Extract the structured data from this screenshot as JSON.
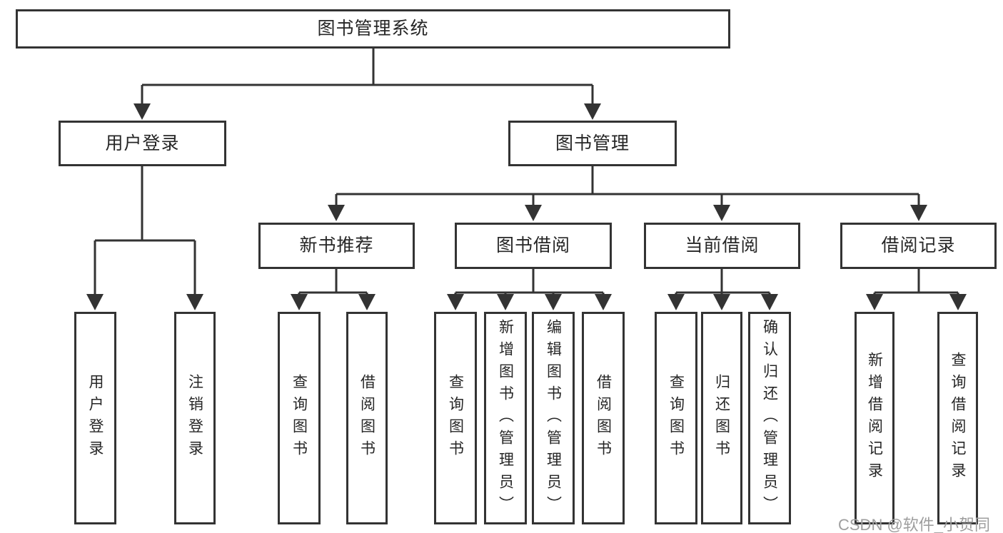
{
  "diagram": {
    "background": "#ffffff",
    "line_color": "#333333",
    "text_color": "#262626",
    "watermark": {
      "text": "CSDN @软件_小贺同学",
      "color": "#9e9e9e"
    },
    "tree": {
      "label": "图书管理系统",
      "children": [
        {
          "label": "用户登录",
          "children": [
            {
              "label": "用户登录"
            },
            {
              "label": "注销登录"
            }
          ]
        },
        {
          "label": "图书管理",
          "children": [
            {
              "label": "新书推荐",
              "children": [
                {
                  "label": "查询图书"
                },
                {
                  "label": "借阅图书"
                }
              ]
            },
            {
              "label": "图书借阅",
              "children": [
                {
                  "label": "查询图书"
                },
                {
                  "label": "新增图书（管理员）"
                },
                {
                  "label": "编辑图书（管理员）"
                },
                {
                  "label": "借阅图书"
                }
              ]
            },
            {
              "label": "当前借阅",
              "children": [
                {
                  "label": "查询图书"
                },
                {
                  "label": "归还图书"
                },
                {
                  "label": "确认归还（管理员）"
                }
              ]
            },
            {
              "label": "借阅记录",
              "children": [
                {
                  "label": "新增借阅记录"
                },
                {
                  "label": "查询借阅记录"
                }
              ]
            }
          ]
        }
      ]
    }
  }
}
